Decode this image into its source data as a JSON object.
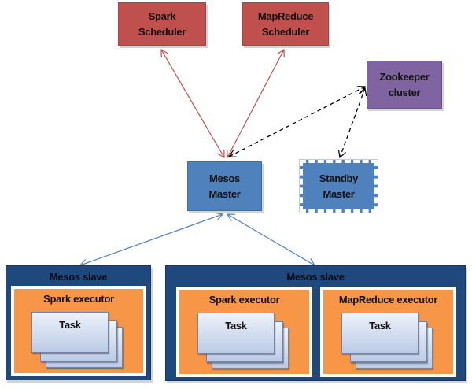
{
  "diagram": {
    "nodes": {
      "spark_scheduler": {
        "line1": "Spark",
        "line2": "Scheduler",
        "color": "#c0504d"
      },
      "mapreduce_scheduler": {
        "line1": "MapReduce",
        "line2": "Scheduler",
        "color": "#c0504d"
      },
      "zookeeper": {
        "line1": "Zookeeper",
        "line2": "cluster",
        "color": "#8064a2"
      },
      "mesos_master": {
        "line1": "Mesos",
        "line2": "Master",
        "color": "#4f81bd"
      },
      "standby_master": {
        "line1": "Standby",
        "line2": "Master",
        "color": "#4f81bd"
      }
    },
    "slaves": [
      {
        "title": "Mesos slave",
        "executors": [
          {
            "title": "Spark executor",
            "task_label": "Task"
          }
        ]
      },
      {
        "title": "Mesos slave",
        "executors": [
          {
            "title": "Spark executor",
            "task_label": "Task"
          },
          {
            "title": "MapReduce executor",
            "task_label": "Task"
          }
        ]
      }
    ],
    "edges": [
      {
        "from": "spark_scheduler",
        "to": "mesos_master",
        "style": "solid",
        "color": "#c0504d",
        "direction": "both"
      },
      {
        "from": "mapreduce_scheduler",
        "to": "mesos_master",
        "style": "solid",
        "color": "#c0504d",
        "direction": "both"
      },
      {
        "from": "zookeeper",
        "to": "mesos_master",
        "style": "dashed",
        "color": "#000000",
        "direction": "both"
      },
      {
        "from": "zookeeper",
        "to": "standby_master",
        "style": "dashed",
        "color": "#000000",
        "direction": "both"
      },
      {
        "from": "mesos_master",
        "to": "slave_1",
        "style": "solid",
        "color": "#4f81bd",
        "direction": "both"
      },
      {
        "from": "mesos_master",
        "to": "slave_2",
        "style": "solid",
        "color": "#4f81bd",
        "direction": "both"
      }
    ],
    "colors": {
      "slave_bg": "#1f497d",
      "executor_bg": "#f79646",
      "task_top": "#eef2fa",
      "task_bottom": "#bccbe6"
    }
  }
}
